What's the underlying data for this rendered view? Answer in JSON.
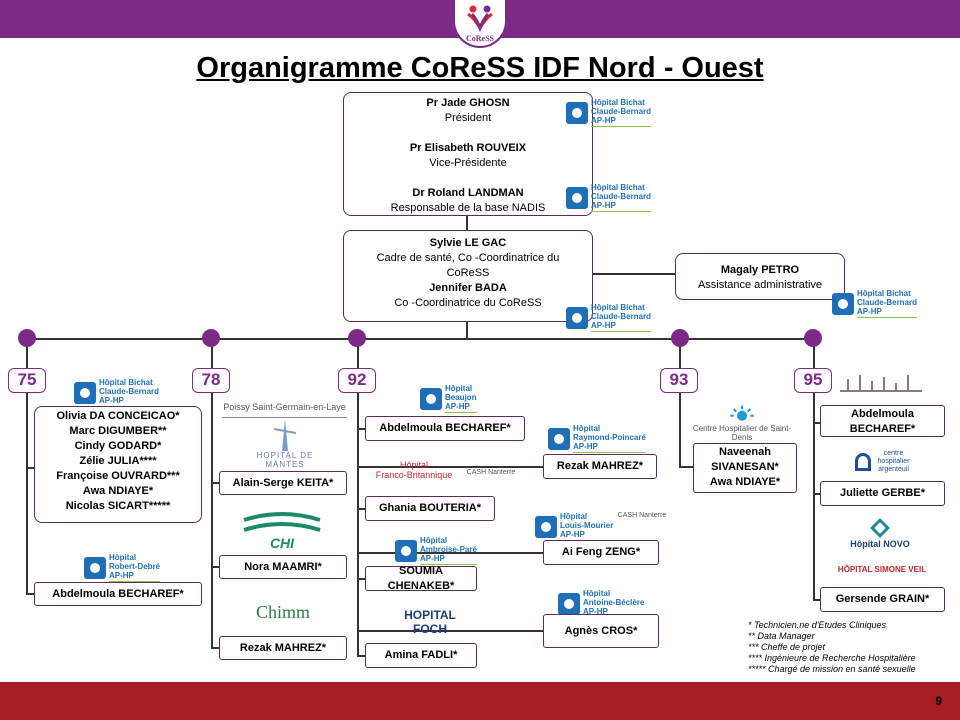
{
  "header": {
    "logo_text": "CoReSS"
  },
  "title": "Organigramme CoReSS IDF Nord - Ouest",
  "top_box": {
    "p1_name": "Pr Jade GHOSN",
    "p1_role": "Président",
    "p2_name": "Pr Elisabeth ROUVEIX",
    "p2_role": "Vice-Présidente",
    "p3_name": "Dr Roland  LANDMAN",
    "p3_role": "Responsable de la base NADIS"
  },
  "coord_box": {
    "c1_name": "Sylvie LE GAC",
    "c1_role": "Cadre de santé, Co -Coordinatrice du CoReSS",
    "c2_name": "Jennifer BADA",
    "c2_role": "Co -Coordinatrice du CoReSS"
  },
  "assist_box": {
    "name": "Magaly  PETRO",
    "role": "Assistance administrative"
  },
  "hospital_logos": {
    "bichat": "Hôpital Bichat\nClaude-Bernard\nAP-HP",
    "robert_debre": "Hôpital\nRobert-Debré\nAP-HP",
    "beaujon": "Hôpital\nBeaujon\nAP-HP",
    "raymond": "Hôpital\nRaymond-Poincaré\nAP-HP",
    "louis_mourier": "Hôpital\nLouis-Mourier\nAP-HP",
    "ambroise": "Hôpital\nAmbroise-Paré\nAP-HP",
    "antoine": "Hôpital\nAntoine-Béclère\nAP-HP",
    "franco": "Hôpital\nFranco-Britannique",
    "foch": "HOPITAL FOCH",
    "poissy": "Poissy  Saint-Germain-en-Laye",
    "mantes": "HOPITAL DE MANTES",
    "chimm": "Chimm",
    "chi": "CHI",
    "saint_denis": "Centre Hospitalier de Saint-Denis",
    "argenteuil": "centre hospitalier argenteuil",
    "novo": "Hôpital NOVO",
    "simone_veil": "HÔPITAL SIMONE VEIL",
    "nanterre": "CASH Nanterre"
  },
  "departments": [
    "75",
    "78",
    "92",
    "93",
    "95"
  ],
  "d75": {
    "members": [
      "Olivia  DA CONCEICAO*",
      "Marc DIGUMBER**",
      "Cindy GODARD*",
      "Zélie JULIA****",
      "Françoise OUVRARD***",
      "Awa NDIAYE*",
      "Nicolas SICART*****"
    ],
    "second": "Abdelmoula BECHAREF*"
  },
  "d78": {
    "m1": "Alain-Serge KEITA*",
    "m2": "Nora MAAMRI*",
    "m3": "Rezak MAHREZ*"
  },
  "d92": {
    "m1": "Abdelmoula BECHAREF*",
    "m2": "Rezak MAHREZ*",
    "m3": "Ghania  BOUTERIA*",
    "m4": "Ai Feng ZENG*",
    "m5": "SOUMIA  CHENAKEB*",
    "m6": "Agnès CROS*",
    "m7": "Amina FADLI*"
  },
  "d93": {
    "members": [
      "Naveenah",
      "SIVANESAN*",
      "Awa NDIAYE*"
    ]
  },
  "d95": {
    "m1": "Abdelmoula BECHAREF*",
    "m2": "Juliette GERBE*",
    "m3": "Gersende GRAIN*"
  },
  "legend": [
    "* Technicien.ne d'Etudes Cliniques",
    "** Data Manager",
    "*** Cheffe de projet",
    "**** Ingénieure de Recherche Hospitalière",
    "***** Chargé de mission en santé sexuelle"
  ],
  "page_number": "9",
  "colors": {
    "purple": "#7b2a86",
    "red": "#a61e22",
    "blue": "#1e6fb8",
    "green": "#8cc63f"
  }
}
